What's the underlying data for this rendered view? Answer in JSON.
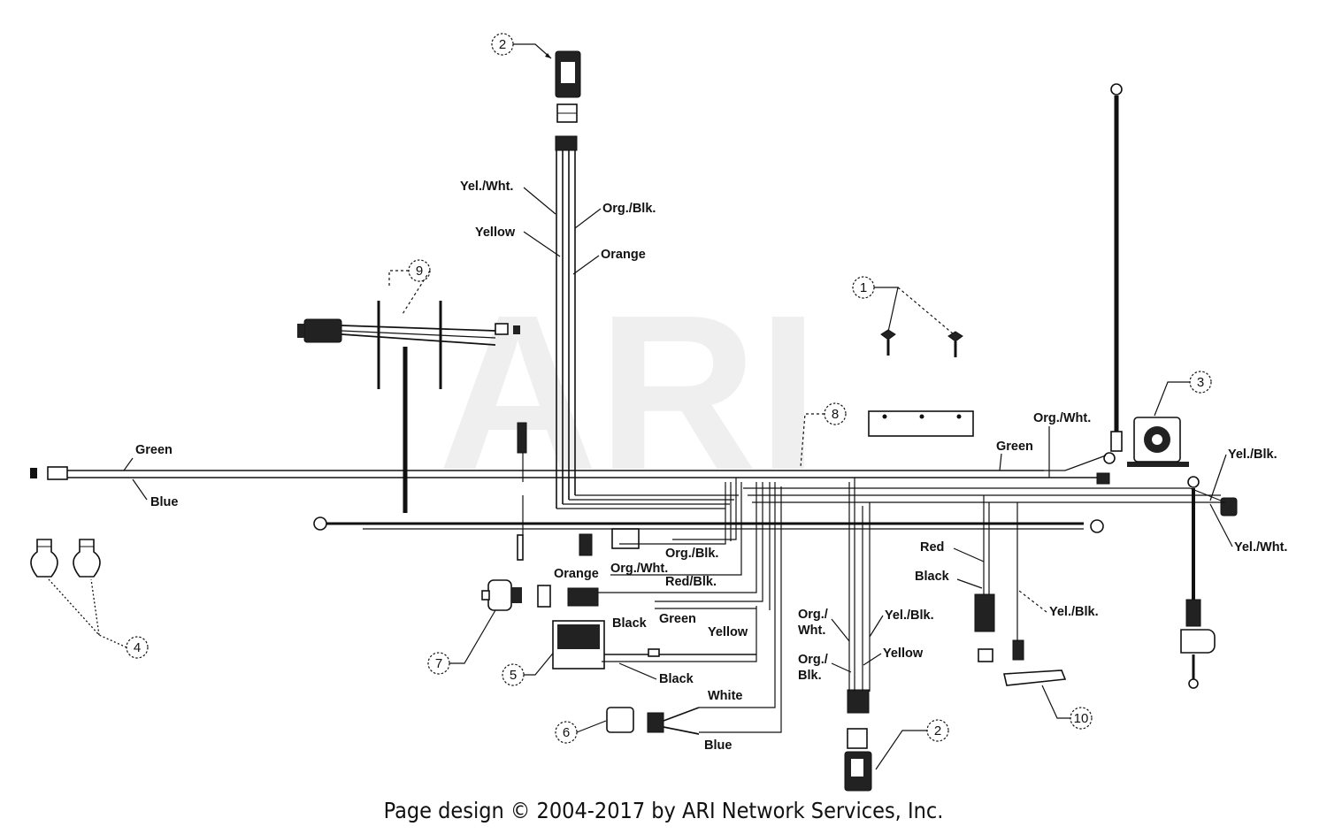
{
  "watermark": "ARI",
  "footer": "Page design © 2004-2017 by ARI Network Services, Inc.",
  "callouts": {
    "c1": "1",
    "c2_top": "2",
    "c2_bottom": "2",
    "c3": "3",
    "c4": "4",
    "c5": "5",
    "c6": "6",
    "c7": "7",
    "c8": "8",
    "c9": "9",
    "c10": "10"
  },
  "wires": {
    "yel_wht_top": "Yel./Wht.",
    "org_blk_top": "Org./Blk.",
    "yellow_top": "Yellow",
    "orange_top": "Orange",
    "green_left": "Green",
    "blue_left": "Blue",
    "org_wht_right": "Org./Wht.",
    "green_right": "Green",
    "yel_blk_right": "Yel./Blk.",
    "yel_wht_right": "Yel./Wht.",
    "org_blk_mid": "Org./Blk.",
    "org_wht_mid": "Org./Wht.",
    "orange_mid": "Orange",
    "red_blk_mid": "Red/Blk.",
    "black_mid": "Black",
    "green_mid": "Green",
    "yellow_mid": "Yellow",
    "black_low": "Black",
    "white_low": "White",
    "blue_low": "Blue",
    "red_right": "Red",
    "black_right": "Black",
    "yel_blk_lower": "Yel./Blk.",
    "org_wht_lower_1": "Org./",
    "org_wht_lower_2": "Wht.",
    "org_blk_lower_1": "Org./",
    "org_blk_lower_2": "Blk.",
    "yel_blk_center": "Yel./Blk.",
    "yellow_center": "Yellow"
  }
}
